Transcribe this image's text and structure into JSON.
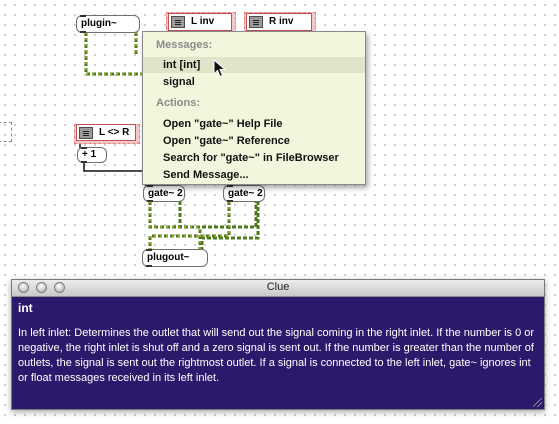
{
  "patcher": {
    "objects": {
      "plugin": "plugin~",
      "l_inv": "L inv",
      "r_inv": "R inv",
      "l_r_toggle": "L <> R",
      "plus_one": "+ 1",
      "gate_left": "gate~ 2",
      "gate_right": "gate~ 2",
      "plugout": "plugout~"
    }
  },
  "context_menu": {
    "messages_header": "Messages:",
    "message_items": [
      "int [int]",
      "signal"
    ],
    "actions_header": "Actions:",
    "action_items": [
      "Open \"gate~\" Help File",
      "Open \"gate~\" Reference",
      "Search for \"gate~\" in FileBrowser",
      "Send Message..."
    ],
    "highlighted": "int [int]"
  },
  "clue_window": {
    "title": "Clue",
    "heading": "int",
    "body": "In left inlet: Determines the outlet that will send out the signal coming in the right inlet. If the number is 0 or negative, the right inlet is shut off and a zero signal is sent out. If the number is greater than the number of outlets, the signal is sent out the rightmost outlet. If a signal is connected to the left inlet, gate~ ignores int or float messages received in its left inlet.",
    "background_color": "#2b1a6b"
  },
  "colors": {
    "signal_cable": "#4d7a1a",
    "message_box_border": "#c45050",
    "menu_background": "#f1f7dc"
  }
}
